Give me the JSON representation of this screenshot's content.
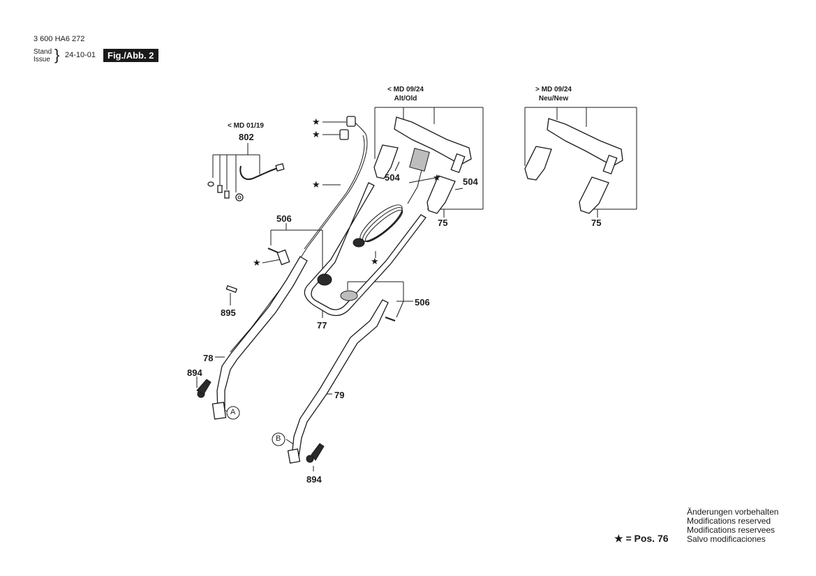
{
  "header": {
    "doc_number": "3 600 HA6 272",
    "stand_label": "Stand",
    "issue_label": "Issue",
    "brace": "}",
    "date": "24-10-01",
    "figure_label": "Fig./Abb. 2"
  },
  "variants": {
    "cable_old": {
      "marker": "<",
      "text": "MD 01/19"
    },
    "old": {
      "marker": "<",
      "code": "MD 09/24",
      "name": "Alt/Old"
    },
    "new": {
      "marker": ">",
      "code": "MD 09/24",
      "name": "Neu/New"
    }
  },
  "part_numbers": {
    "p802": "802",
    "p504a": "504",
    "p504b": "504",
    "p75a": "75",
    "p75b": "75",
    "p506a": "506",
    "p506b": "506",
    "p895": "895",
    "p77": "77",
    "p78": "78",
    "p79": "79",
    "p894a": "894",
    "p894b": "894"
  },
  "callouts": {
    "a": "A",
    "b": "B"
  },
  "star": "★",
  "footer": {
    "legend": [
      "Änderungen vorbehalten",
      "Modifications reserved",
      "Modifications reservees",
      "Salvo modificaciones"
    ],
    "star_note": "★ = Pos. 76"
  }
}
